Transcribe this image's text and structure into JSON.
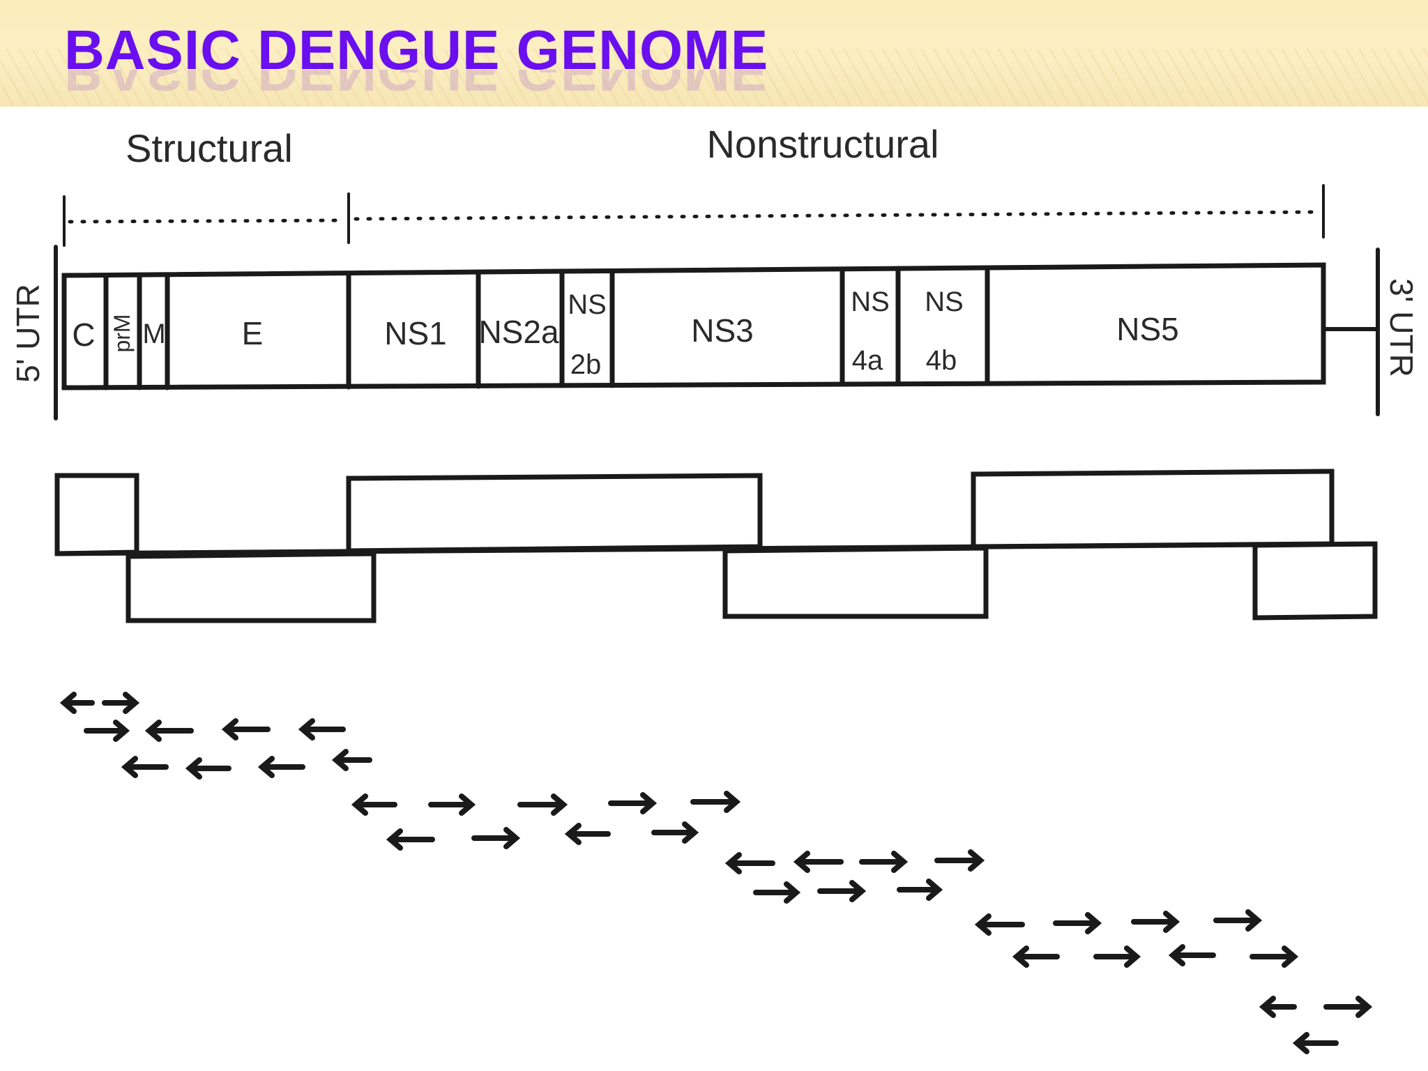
{
  "title": "BASIC DENGUE GENOME",
  "diagram": {
    "labels": {
      "structural": "Structural",
      "nonstructural": "Nonstructural",
      "utr5": "5' UTR",
      "utr3": "3' UTR"
    },
    "genes": {
      "c": "C",
      "prm": "prM",
      "m": "M",
      "e": "E",
      "ns1": "NS1",
      "ns2a": "NS2a",
      "ns2b_1": "NS",
      "ns2b_2": "2b",
      "ns3": "NS3",
      "ns4a_1": "NS",
      "ns4a_2": "4a",
      "ns4b_1": "NS",
      "ns4b_2": "4b",
      "ns5": "NS5"
    }
  }
}
